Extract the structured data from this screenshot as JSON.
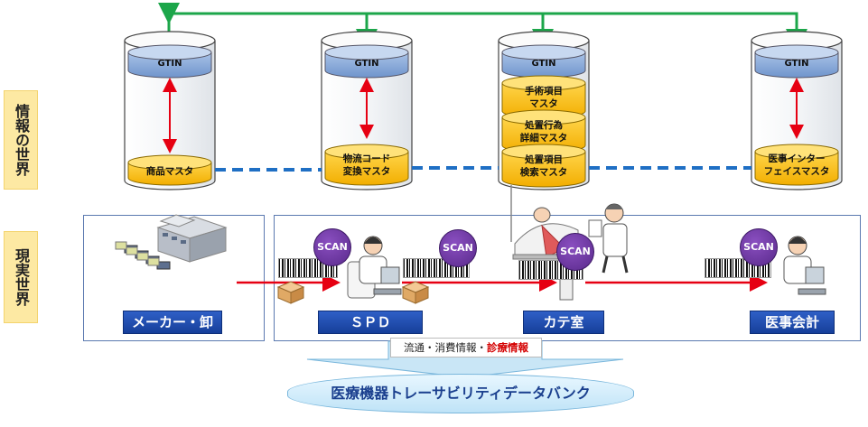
{
  "side_labels": {
    "info_world": "情報の世界",
    "real_world": "現実世界"
  },
  "cylinders": [
    {
      "id": "maker",
      "gtin": "GTIN",
      "bottom_lines": [
        "商品マスタ"
      ]
    },
    {
      "id": "spd",
      "gtin": "GTIN",
      "bottom_lines": [
        "物流コード",
        "変換マスタ"
      ]
    },
    {
      "id": "cath",
      "gtin": "GTIN",
      "stack": [
        [
          "手術項目",
          "マスタ"
        ],
        [
          "処置行為",
          "詳細マスタ"
        ],
        [
          "処置項目",
          "検索マスタ"
        ]
      ]
    },
    {
      "id": "accounting",
      "gtin": "GTIN",
      "bottom_lines": [
        "医事インター",
        "フェイスマスタ"
      ]
    }
  ],
  "stages": {
    "maker": "メーカー・卸",
    "spd": "ＳＰＤ",
    "cath": "カテ室",
    "accounting": "医事会計"
  },
  "scan_label": "SCAN",
  "flow_tag": {
    "prefix": "流通・消費情報・",
    "highlight": "診療情報"
  },
  "databank": "医療機器トレーサビリティデータバンク",
  "colors": {
    "green_line": "#1ca64a",
    "red_arrow": "#e60012",
    "blue_dash": "#1f6fc4",
    "panel_border": "#5b79b0",
    "gold": "#f7c21d"
  }
}
